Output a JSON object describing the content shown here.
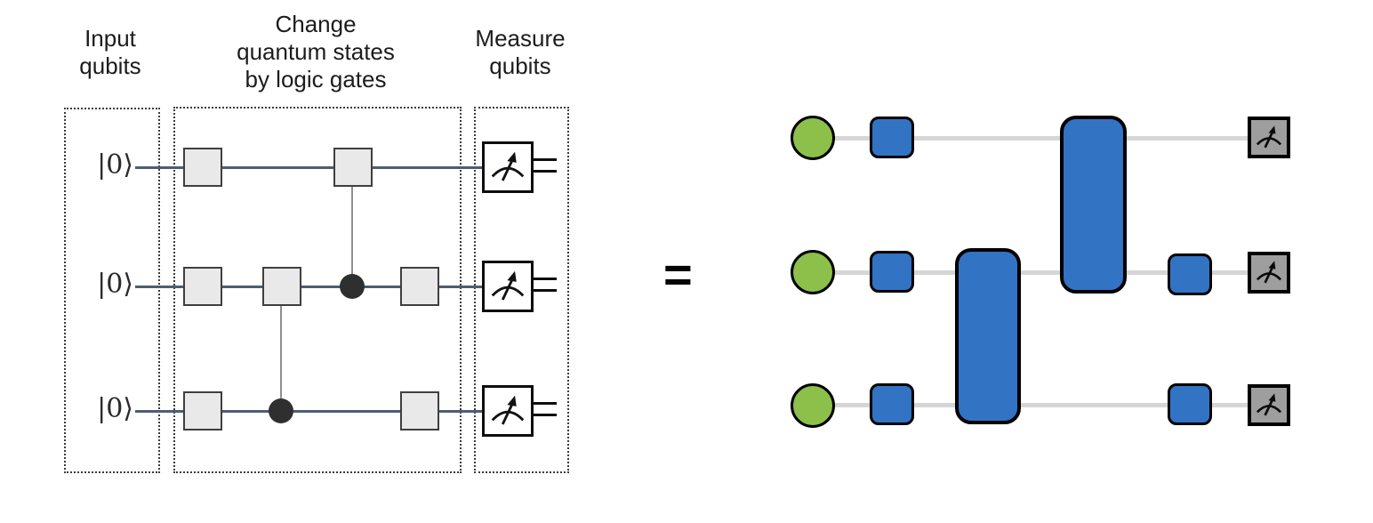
{
  "left_panel": {
    "header_input": "Input\nqubits",
    "header_gates": "Change\nquantum states\nby logic gates",
    "header_measure": "Measure\nqubits",
    "ket_label": "|0⟩",
    "qubit_count": 3,
    "gate_count": 7,
    "control_dot_count": 2,
    "measurement_count": 3
  },
  "equals_sign": "=",
  "right_panel": {
    "qubit_count": 3,
    "small_gate_count": 5,
    "tall_gate_count": 2,
    "measurement_count": 3
  },
  "colors": {
    "left_wire": "#4e5d71",
    "left_gate_fill": "#e9e9e9",
    "left_gate_border": "#3f3f3f",
    "control_dot": "#2f2f2f",
    "dotted_border": "#3c3c3c",
    "right_wire": "#d6d6d6",
    "gate_blue": "#3273c4",
    "qubit_green": "#8cc04b",
    "measure_gray": "#9e9e9e",
    "ink": "#111111"
  }
}
